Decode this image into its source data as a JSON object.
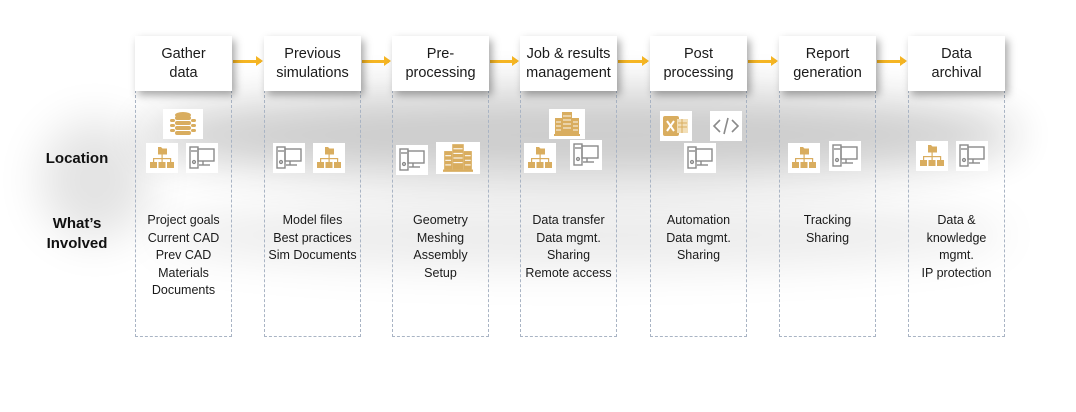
{
  "row_labels": {
    "location": "Location",
    "whats_involved_line1": "What’s",
    "whats_involved_line2": "Involved"
  },
  "colors": {
    "arrow": "#f5b523",
    "icon_gold": "#d9ad5f",
    "icon_gray": "#8a8a8a",
    "dashed_border": "#a9b4c4"
  },
  "stages": [
    {
      "title_line1": "Gather",
      "title_line2": "data",
      "location_icons": [
        "database-icon",
        "folder-hierarchy-icon",
        "desktop-computer-icon"
      ],
      "items": [
        "Project goals",
        "Current CAD",
        "Prev CAD",
        "Materials",
        "Documents"
      ]
    },
    {
      "title_line1": "Previous",
      "title_line2": "simulations",
      "location_icons": [
        "desktop-computer-icon",
        "folder-hierarchy-icon"
      ],
      "items": [
        "Model files",
        "Best practices",
        "Sim Documents"
      ]
    },
    {
      "title_line1": "Pre-",
      "title_line2": "processing",
      "location_icons": [
        "desktop-computer-icon",
        "server-cluster-icon"
      ],
      "items": [
        "Geometry",
        "Meshing",
        "Assembly",
        "Setup"
      ]
    },
    {
      "title_line1": "Job & results",
      "title_line2": "management",
      "location_icons": [
        "server-cluster-icon",
        "folder-hierarchy-icon",
        "desktop-computer-icon"
      ],
      "items": [
        "Data transfer",
        "Data mgmt.",
        "Sharing",
        "Remote access"
      ]
    },
    {
      "title_line1": "Post",
      "title_line2": "processing",
      "location_icons": [
        "excel-icon",
        "code-icon",
        "desktop-computer-icon"
      ],
      "items": [
        "Automation",
        "Data mgmt.",
        "Sharing"
      ]
    },
    {
      "title_line1": "Report",
      "title_line2": "generation",
      "location_icons": [
        "folder-hierarchy-icon",
        "desktop-computer-icon"
      ],
      "items": [
        "Tracking",
        "Sharing"
      ]
    },
    {
      "title_line1": "Data",
      "title_line2": "archival",
      "location_icons": [
        "folder-hierarchy-icon",
        "desktop-computer-icon"
      ],
      "items": [
        "Data &",
        "knowledge",
        "mgmt.",
        "IP protection"
      ]
    }
  ]
}
